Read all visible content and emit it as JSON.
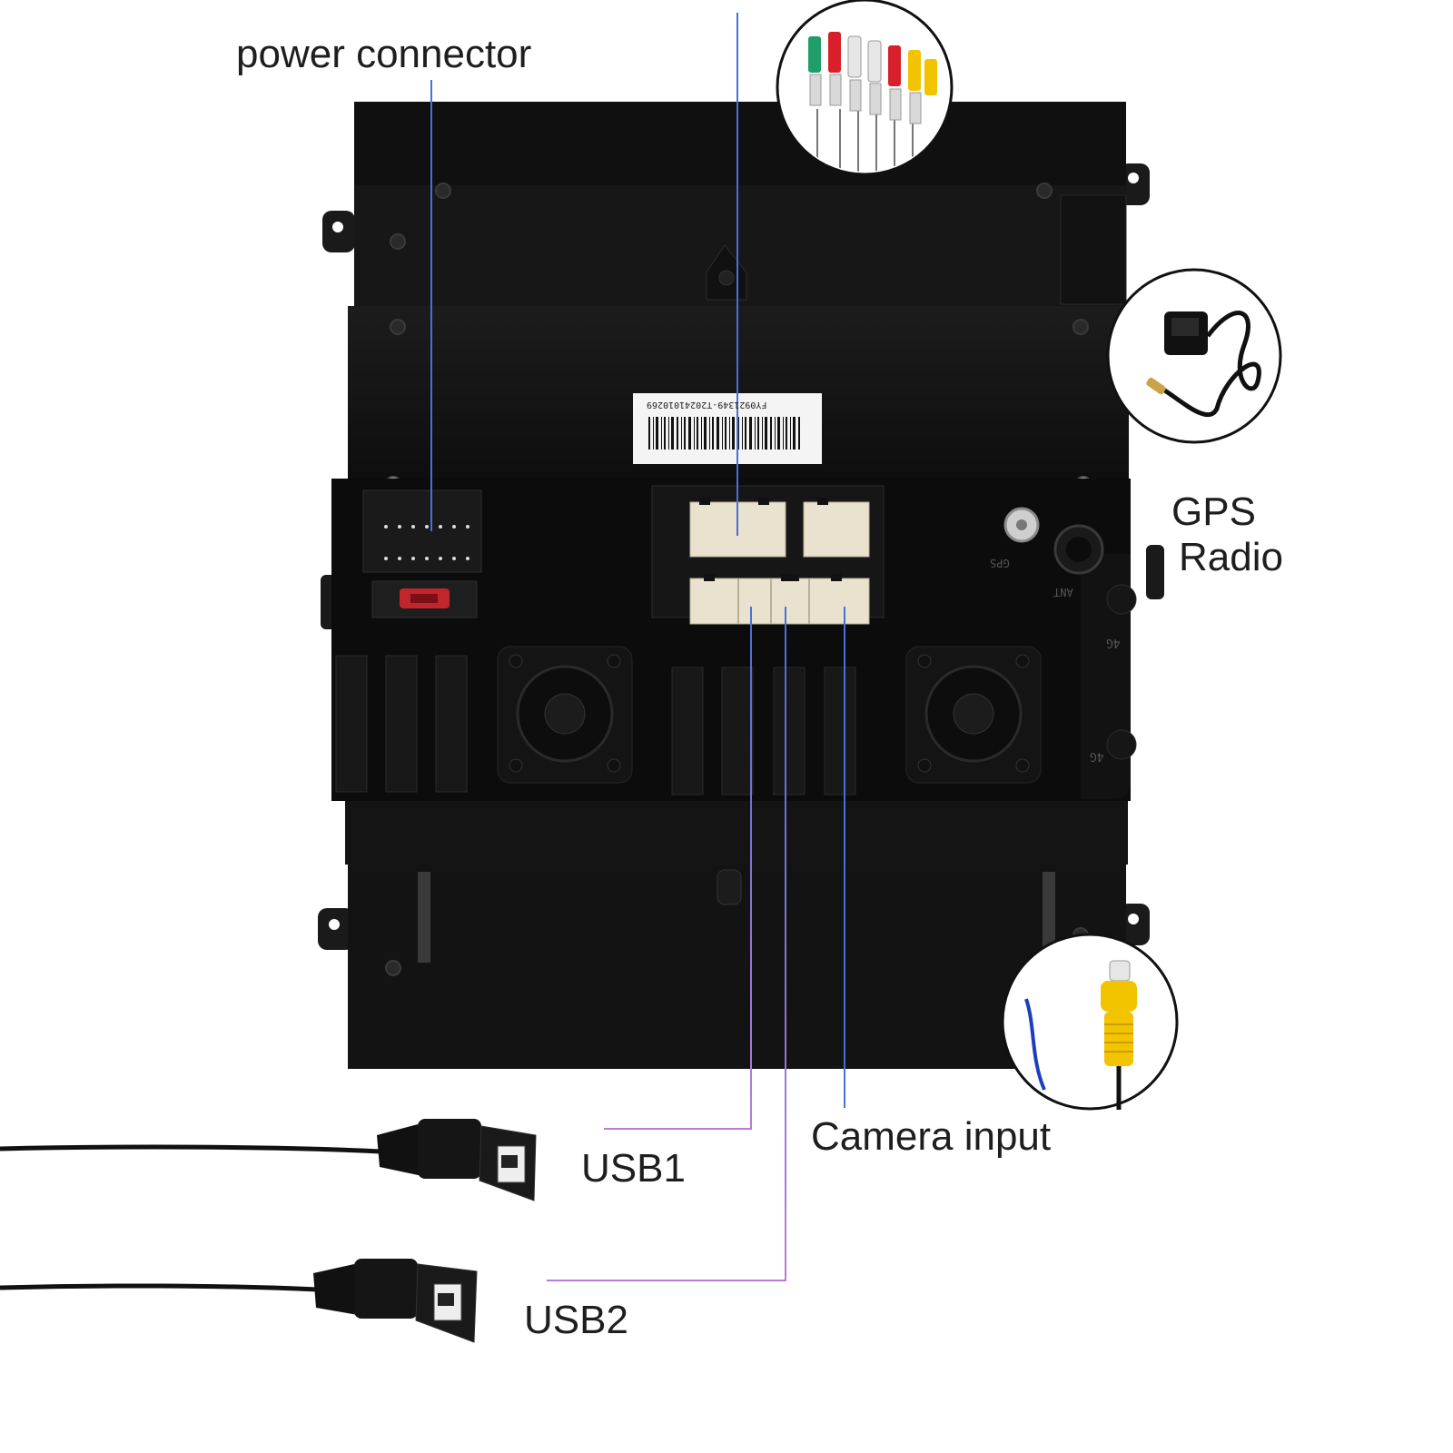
{
  "labels": {
    "power_connector": "power connector",
    "gps": "GPS",
    "radio": "Radio",
    "camera_input": "Camera input",
    "usb1": "USB1",
    "usb2": "USB2"
  },
  "unit_markings": {
    "serial_sticker": "FY0921349-T20241010269",
    "ant_mark": "ANT",
    "gps_mark": "GPS",
    "fourg_mark_1": "4G",
    "fourg_mark_2": "4G"
  },
  "colors": {
    "leader_line": "#4a6fd8",
    "leader_line_end": "#b97ad8",
    "unit_body": "#141414",
    "connector_ivory": "#e8e2cf",
    "rca_red": "#d8202a",
    "rca_yellow": "#f2c400",
    "rca_white": "#e6e6e6",
    "rca_green": "#1f9e6a"
  },
  "icons": {
    "rca_cables_inset": "rca-cables-icon",
    "gps_antenna_inset": "gps-antenna-icon",
    "camera_rca_inset": "camera-rca-cable-icon",
    "usb_cable": "usb-cable-icon"
  }
}
